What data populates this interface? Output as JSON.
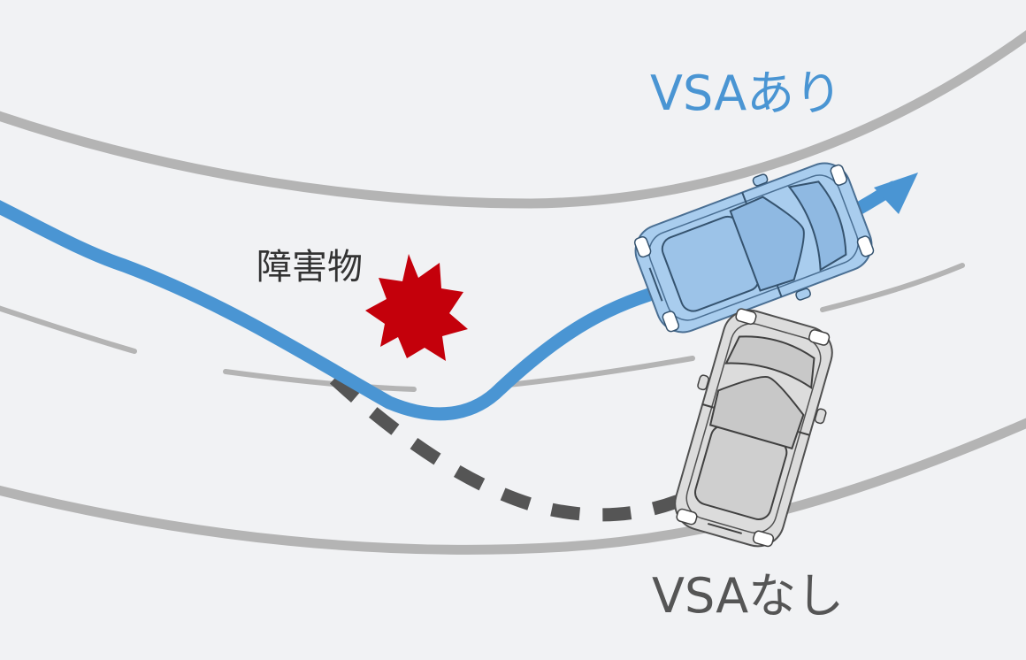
{
  "labels": {
    "with_vsa": "VSAあり",
    "obstacle": "障害物",
    "without_vsa": "VSAなし"
  },
  "colors": {
    "background": "#f1f2f4",
    "road_line": "#b4b4b4",
    "with_vsa_path": "#4a95d3",
    "with_vsa_text": "#4a95d3",
    "without_vsa_path": "#555555",
    "without_vsa_text": "#555555",
    "obstacle": "#c4000b",
    "car_with_vsa_body": "#a9cdee",
    "car_without_vsa_body": "#dcdcdc"
  }
}
